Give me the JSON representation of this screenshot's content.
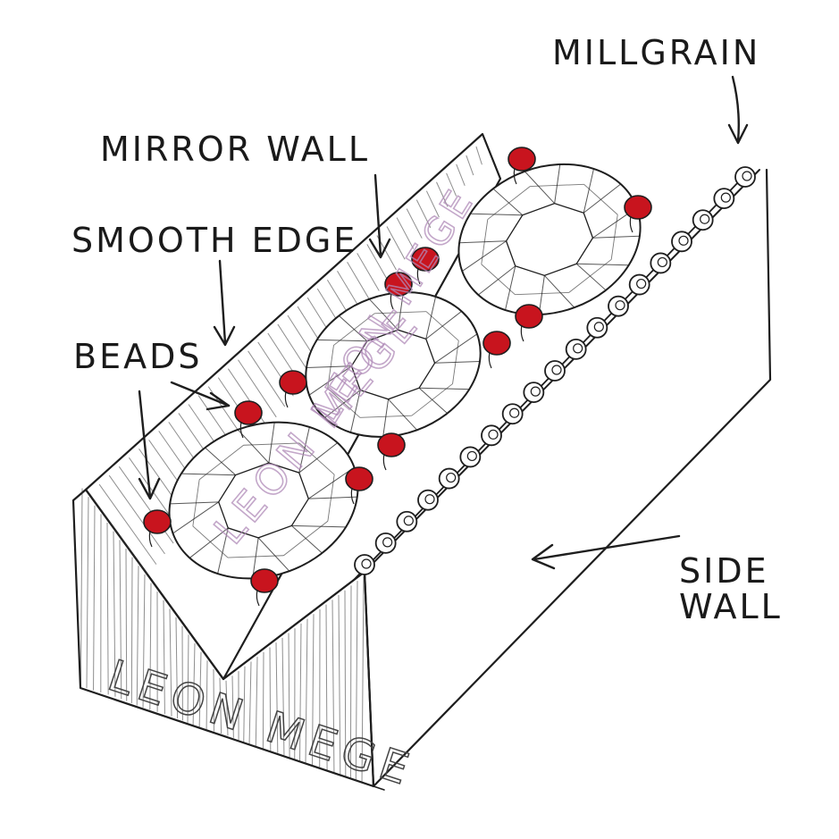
{
  "labels": {
    "millgrain": "MILLGRAIN",
    "mirror_wall": "MIRROR WALL",
    "smooth_edge": "SMOOTH EDGE",
    "beads": "BEADS",
    "side_wall_line1": "SIDE",
    "side_wall_line2": "WALL"
  },
  "watermark": {
    "front_face": "LEON MEGE",
    "stone_1": "LEON MEGE",
    "stone_2": "LEON MEGE"
  },
  "colors": {
    "bead": "#c8141e",
    "ink": "#1e1e1e",
    "watermark_tint": "#b08ab8"
  },
  "icons": [
    "arrow-icon",
    "diamond-icon",
    "bead-icon",
    "millgrain-ball-icon"
  ]
}
